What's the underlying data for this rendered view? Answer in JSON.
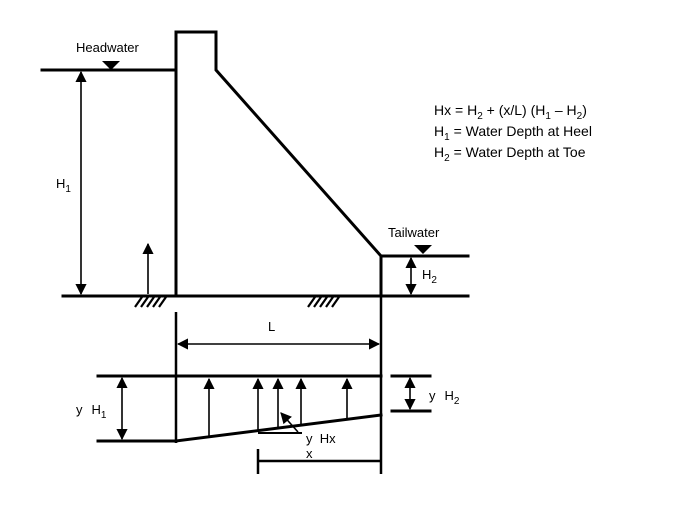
{
  "labels": {
    "headwater": "Headwater",
    "tailwater": "Tailwater",
    "h1_main": "H",
    "h1_main_sub": "1",
    "h2_main": "H",
    "h2_main_sub": "2",
    "length": "L",
    "uplift_heel_y": "y",
    "uplift_heel_h": "H",
    "uplift_heel_sub": "1",
    "uplift_toe_y": "y",
    "uplift_toe_h": "H",
    "uplift_toe_sub": "2",
    "uplift_x": "y  Hx",
    "distance_x": "x"
  },
  "equations": {
    "line1": {
      "a": "Hx = H",
      "a_sub": "2",
      "b": " + (x/L) (H",
      "b_sub": "1",
      "c": " – H",
      "c_sub": "2",
      "d": ")"
    },
    "line2": {
      "a": "H",
      "a_sub": "1",
      "b": " = Water Depth at Heel"
    },
    "line3": {
      "a": "H",
      "a_sub": "2",
      "b": " = Water Depth at Toe"
    }
  },
  "colors": {
    "stroke": "#000000",
    "background": "#ffffff"
  }
}
